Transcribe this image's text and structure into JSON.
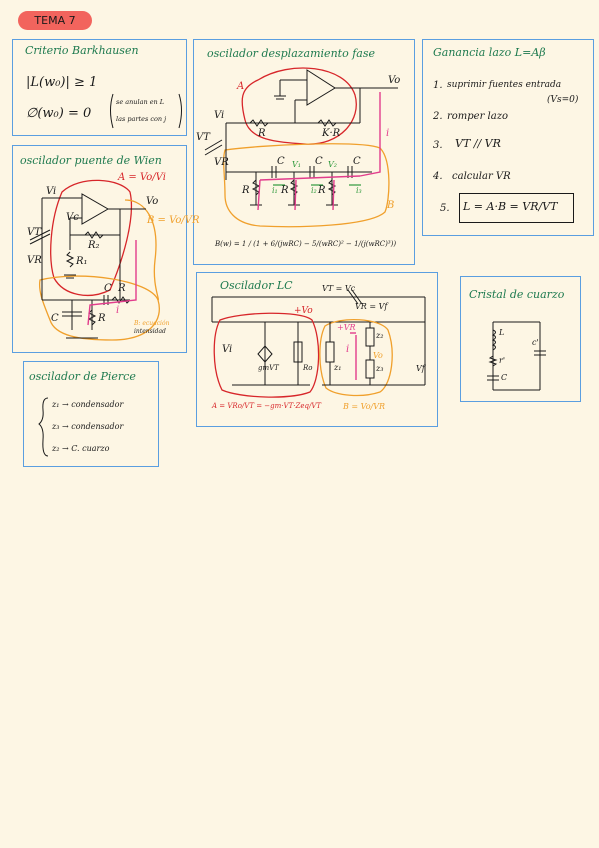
{
  "badge": "TEMA 7",
  "barkhausen": {
    "title": "Criterio Barkhausen",
    "cond1": "|L(w₀)| ≥ 1",
    "cond2": "∅(w₀) = 0",
    "note1": "se anulan en L",
    "note2": "las partes con j"
  },
  "phase_shift": {
    "title": "oscilador desplazamiento fase",
    "lbl_A": "A",
    "lbl_B": "B",
    "lbl_Vo": "Vo",
    "lbl_Vi": "Vi",
    "lbl_VT": "VT",
    "lbl_VR": "VR",
    "lbl_R": "R",
    "lbl_KR": "K·R",
    "lbl_i": "i",
    "lbl_C": "C",
    "lbl_V1": "V₁",
    "lbl_V2": "V₂",
    "lbl_i1": "i₁",
    "lbl_i2": "i₂",
    "lbl_i3": "i₃",
    "formula": "B(w) = 1 / (1 + 6/(jwRC) − 5/(wRC)² − 1/(j(wRC)³))"
  },
  "loop_gain": {
    "title": "Ganancia lazo L=Aβ",
    "steps": [
      {
        "num": "1.",
        "text": "suprimir fuentes entrada"
      },
      {
        "num": "2.",
        "text": "romper lazo"
      },
      {
        "num": "3.",
        "text": "VT // VR"
      },
      {
        "num": "4.",
        "text": "calcular VR"
      }
    ],
    "step1_note": "(Vs=0)",
    "step5_num": "5.",
    "step5_formula": "L = A·B = VR/VT"
  },
  "wien": {
    "title": "oscilador puente de Wien",
    "lbl_A": "A = Vo/Vi",
    "lbl_B": "B = Vo/VR",
    "lbl_Vi": "Vi",
    "lbl_Vo": "Vo",
    "lbl_Vc": "Vc",
    "lbl_R2": "R₂",
    "lbl_R1": "R₁",
    "lbl_VT": "VT",
    "lbl_VR": "VR",
    "lbl_C1": "C",
    "lbl_C2": "C",
    "lbl_R3": "R",
    "lbl_R4": "R",
    "lbl_i": "i",
    "note1": "B: ecuación",
    "note2": "intensidad"
  },
  "lc": {
    "title": "Oscilador LC",
    "lbl_VT_top": "VT = Vc",
    "lbl_VR_top": "VR = Vf",
    "lbl_plusVo": "+Vo",
    "lbl_Vi": "Vi",
    "lbl_gm": "gmVT",
    "lbl_Ro": "Ro",
    "lbl_z1": "z₁",
    "lbl_z2": "z₂",
    "lbl_z3": "z₃",
    "lbl_VR_inner": "+VR",
    "lbl_Vo_inner": "Vo",
    "lbl_i": "i",
    "lbl_Vf": "Vf",
    "formula_A": "A = VRo/VT = −gm·VT·Zeq/VT",
    "formula_B": "B = Vo/VR"
  },
  "crystal": {
    "title": "Cristal de cuarzo",
    "lbl_L": "L",
    "lbl_r": "r'",
    "lbl_C": "C",
    "lbl_Cp": "c'"
  },
  "pierce": {
    "title": "oscilador de Pierce",
    "items": [
      {
        "name": "z₁",
        "value": "condensador"
      },
      {
        "name": "z₃",
        "value": "condensador"
      },
      {
        "name": "z₂",
        "value": "C. cuarzo"
      }
    ]
  }
}
